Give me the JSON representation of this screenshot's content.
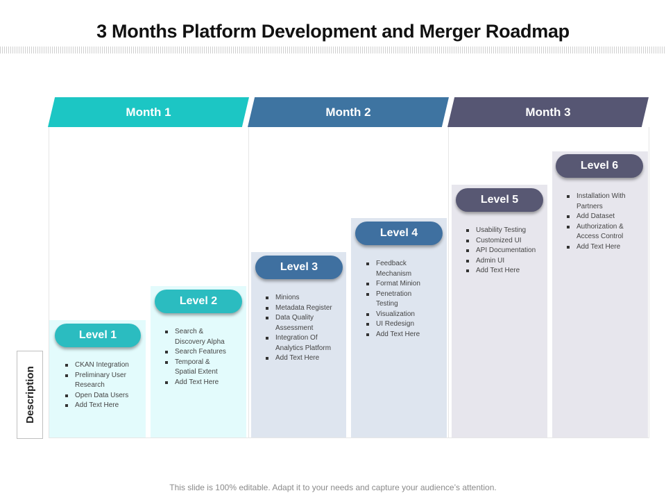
{
  "title": "3 Months Platform Development and Merger  Roadmap",
  "description_label": "Description",
  "footer": "This slide is 100% editable. Adapt it to your needs and capture your audience’s attention.",
  "colors": {
    "month1": "#1cc6c4",
    "month2": "#3e74a1",
    "month3": "#565673",
    "light_teal": "#e3fbfc",
    "light_blue": "#dee5ef",
    "light_gray": "#e7e6ed",
    "teal_pill": "#2bbcc0",
    "blue_pill": "#3f70a0",
    "gray_pill": "#585873"
  },
  "months": [
    {
      "label": "Month 1"
    },
    {
      "label": "Month 2"
    },
    {
      "label": "Month 3"
    }
  ],
  "levels": [
    {
      "label": "Level 1",
      "items": [
        "CKAN Integration",
        "Preliminary User Research",
        "Open Data Users",
        "Add Text Here"
      ]
    },
    {
      "label": "Level 2",
      "items": [
        "Search & Discovery Alpha",
        "Search Features",
        "Temporal  & Spatial Extent",
        "Add Text Here"
      ]
    },
    {
      "label": "Level 3",
      "items": [
        "Minions",
        "Metadata  Register",
        "Data Quality Assessment",
        "Integration  Of Analytics Platform",
        "Add Text Here"
      ]
    },
    {
      "label": "Level 4",
      "items": [
        "Feedback Mechanism",
        "Format Minion",
        "Penetration Testing",
        "Visualization",
        "UI Redesign",
        "Add Text Here"
      ]
    },
    {
      "label": "Level 5",
      "items": [
        "Usability Testing",
        "Customized  UI",
        "API Documentation",
        "Admin UI",
        "Add Text Here"
      ]
    },
    {
      "label": "Level 6",
      "items": [
        "Installation  With Partners",
        "Add Dataset",
        "Authorization  & Access Control",
        "Add Text Here"
      ]
    }
  ]
}
